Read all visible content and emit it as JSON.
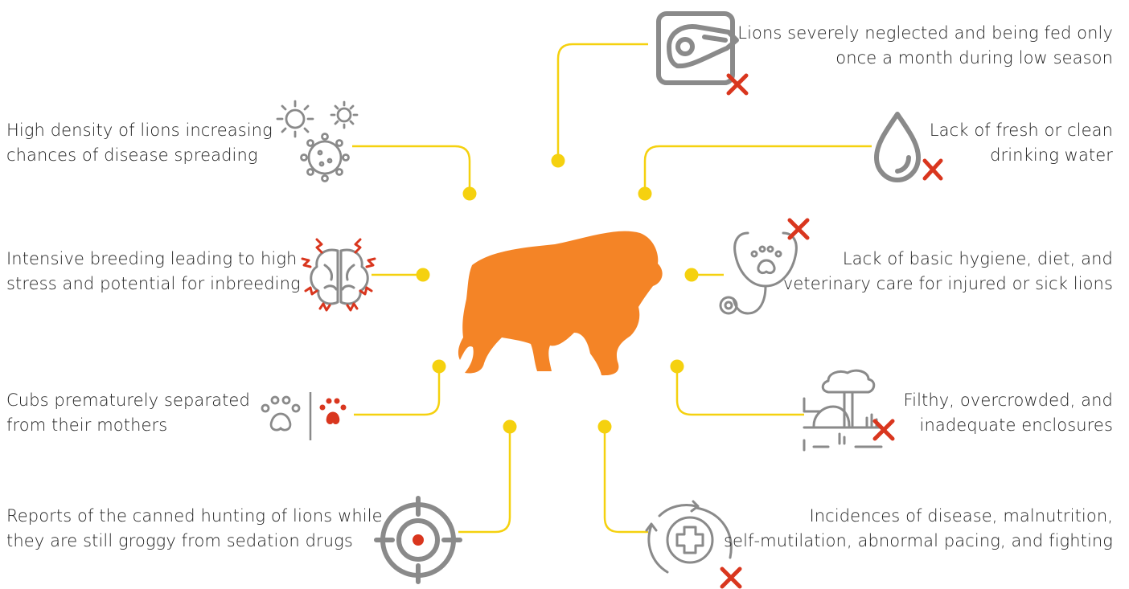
{
  "colors": {
    "connector": "#f5d10f",
    "lion": "#f48426",
    "icon": "#8a8a8a",
    "cross": "#d9361e"
  },
  "center_icon": "lion-silhouette",
  "items": [
    {
      "id": "neglect",
      "lines": [
        "Lions severely neglected and being fed only",
        "once a month during low season"
      ],
      "icon": "meat-plate-crossed-icon"
    },
    {
      "id": "disease-density",
      "lines": [
        "High density of lions increasing",
        "chances of disease spreading"
      ],
      "icon": "virus-icon"
    },
    {
      "id": "water",
      "lines": [
        "Lack of fresh or clean",
        "drinking water"
      ],
      "icon": "water-drop-crossed-icon"
    },
    {
      "id": "breeding",
      "lines": [
        "Intensive breeding leading to high",
        "stress and potential for inbreeding"
      ],
      "icon": "stressed-brain-icon"
    },
    {
      "id": "vet-care",
      "lines": [
        "Lack of basic hygiene, diet, and",
        "veterinary care for injured or sick lions"
      ],
      "icon": "stethoscope-crossed-icon"
    },
    {
      "id": "cubs",
      "lines": [
        "Cubs prematurely separated",
        "from their mothers"
      ],
      "icon": "separated-paws-icon"
    },
    {
      "id": "enclosures",
      "lines": [
        "Filthy, overcrowded, and",
        "inadequate enclosures"
      ],
      "icon": "enclosure-crossed-icon"
    },
    {
      "id": "hunting",
      "lines": [
        "Reports of the canned hunting of lions while",
        "they are still groggy from sedation drugs"
      ],
      "icon": "crosshair-icon"
    },
    {
      "id": "health",
      "lines": [
        "Incidences of disease, malnutrition,",
        "self-mutilation, abnormal pacing, and fighting"
      ],
      "icon": "health-cycle-crossed-icon"
    }
  ]
}
